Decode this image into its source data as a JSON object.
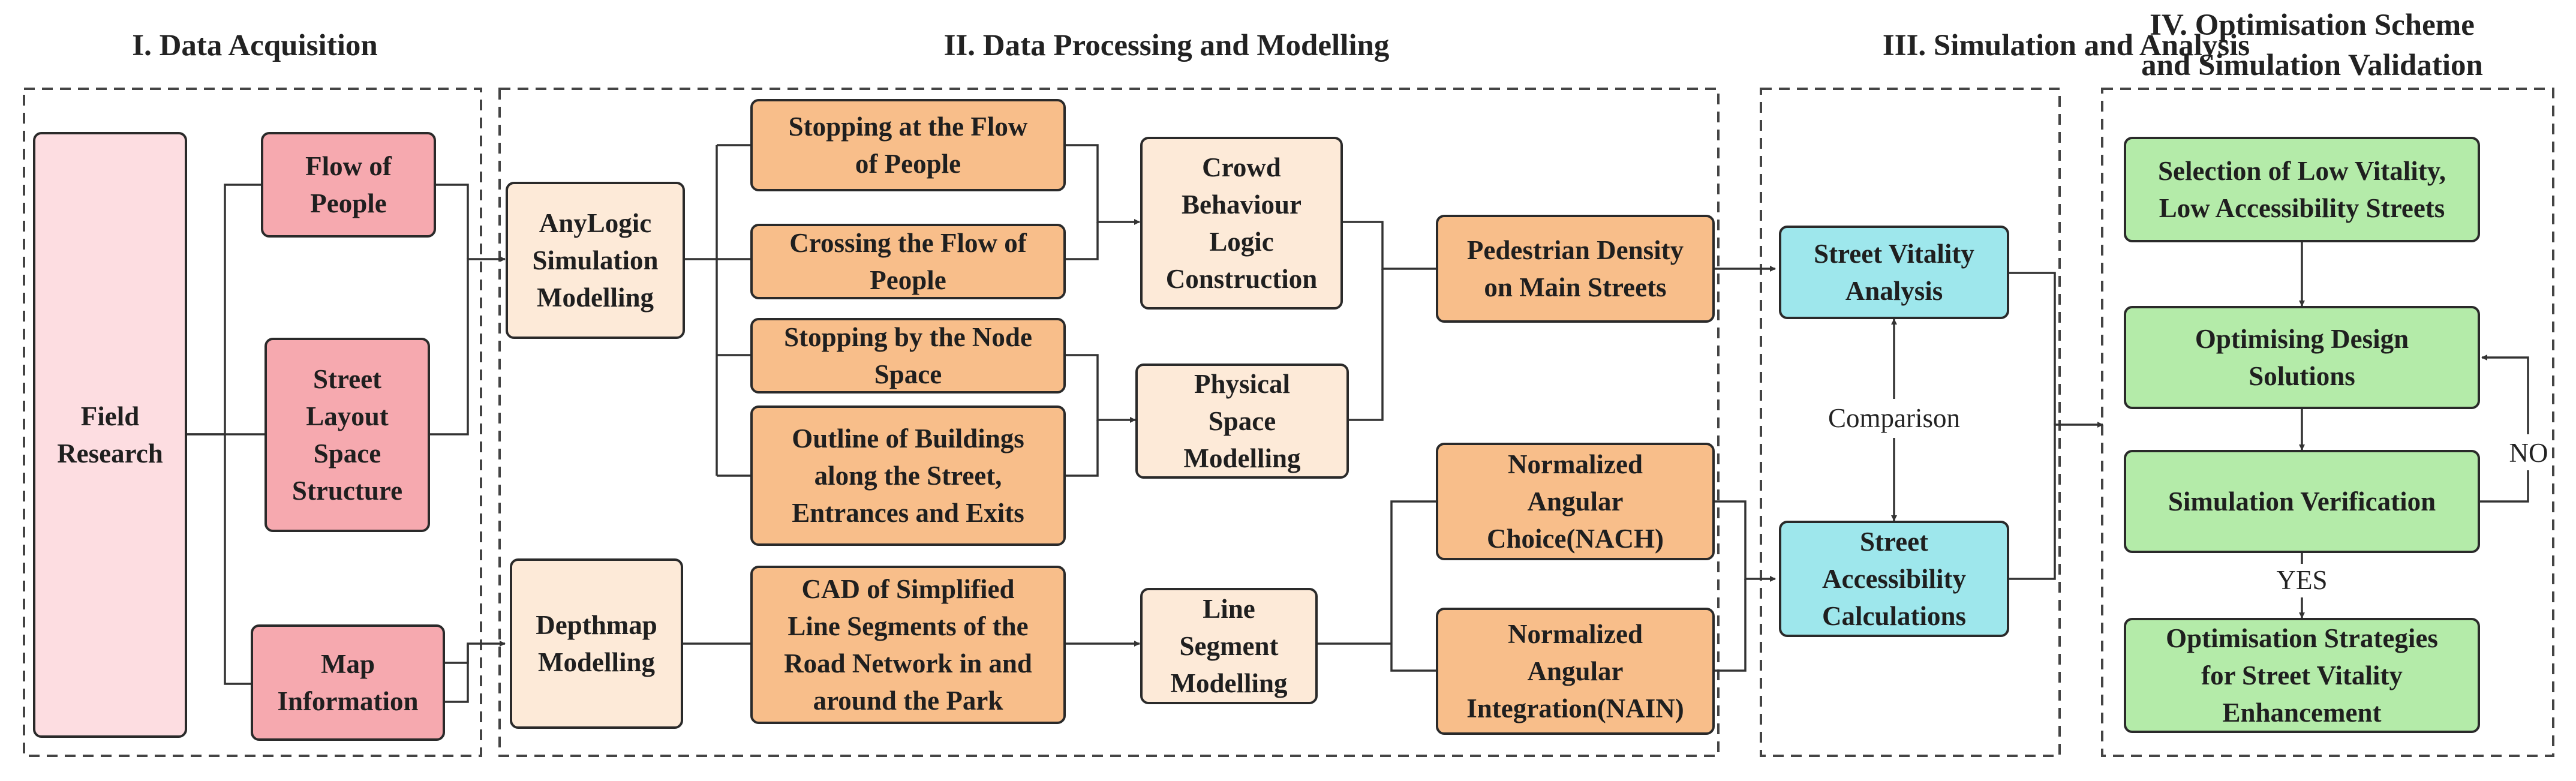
{
  "colors": {
    "pink_light": "#FDDDE1",
    "pink": "#F6A9AF",
    "peach": "#FDEAD8",
    "orange": "#F8BE8A",
    "cyan": "#9EE7EC",
    "green": "#B4EBA9",
    "line": "#333333"
  },
  "sections": {
    "s1": "I. Data Acquisition",
    "s2": "II. Data Processing and Modelling",
    "s3": "III. Simulation and Analysis",
    "s4_line1": "IV. Optimisation Scheme",
    "s4_line2": "and Simulation Validation"
  },
  "boxes": {
    "field_research": [
      "Field",
      "Research"
    ],
    "flow_of_people": [
      "Flow of",
      "People"
    ],
    "street_layout": [
      "Street",
      "Layout",
      "Space",
      "Structure"
    ],
    "map_information": [
      "Map",
      "Information"
    ],
    "anylogic": [
      "AnyLogic",
      "Simulation",
      "Modelling"
    ],
    "depthmap": [
      "Depthmap",
      "Modelling"
    ],
    "stopping_flow": [
      "Stopping at the Flow",
      "of People"
    ],
    "crossing_flow": [
      "Crossing the Flow of",
      "People"
    ],
    "stopping_node": [
      "Stopping by the Node",
      "Space"
    ],
    "outline_buildings": [
      "Outline of Buildings",
      "along the Street,",
      "Entrances and Exits"
    ],
    "cad_segments": [
      "CAD of Simplified",
      "Line Segments of the",
      "Road Network in and",
      "around the Park"
    ],
    "crowd_behaviour": [
      "Crowd",
      "Behaviour",
      "Logic",
      "Construction"
    ],
    "physical_space": [
      "Physical",
      "Space",
      "Modelling"
    ],
    "line_segment": [
      "Line",
      "Segment",
      "Modelling"
    ],
    "pedestrian_density": [
      "Pedestrian Density",
      "on Main Streets"
    ],
    "nach": [
      "Normalized",
      "Angular",
      "Choice(NACH)"
    ],
    "nain": [
      "Normalized",
      "Angular",
      "Integration(NAIN)"
    ],
    "street_vitality": [
      "Street Vitality",
      "Analysis"
    ],
    "street_accessibility": [
      "Street",
      "Accessibility",
      "Calculations"
    ],
    "selection_low": [
      "Selection of Low Vitality,",
      "Low Accessibility Streets"
    ],
    "optimising_design": [
      "Optimising Design",
      "Solutions"
    ],
    "simulation_verification": [
      "Simulation Verification"
    ],
    "optimisation_strategies": [
      "Optimisation Strategies",
      "for Street Vitality",
      "Enhancement"
    ]
  },
  "labels": {
    "comparison": "Comparison",
    "no": "NO",
    "yes": "YES"
  }
}
